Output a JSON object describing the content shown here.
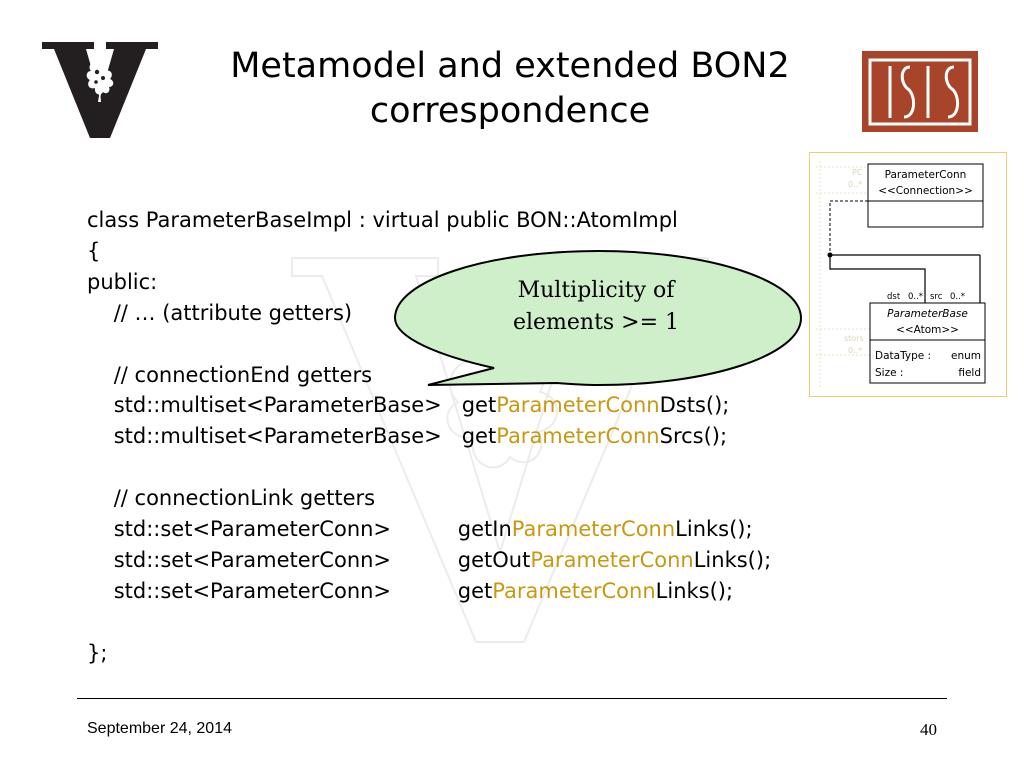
{
  "slide": {
    "title_line1": "Metamodel and extended BON2",
    "title_line2": "correspondence",
    "code_lines": [
      {
        "runs": [
          {
            "t": "class ParameterBaseImpl : virtual public BON::AtomImpl"
          }
        ]
      },
      {
        "runs": [
          {
            "t": "{"
          }
        ]
      },
      {
        "runs": [
          {
            "t": "public:"
          }
        ]
      },
      {
        "runs": [
          {
            "t": "    // … (attribute getters)"
          }
        ]
      },
      {
        "runs": []
      },
      {
        "runs": [
          {
            "t": "    // connectionEnd getters"
          }
        ]
      },
      {
        "runs": [
          {
            "t": "    std::multiset<ParameterBase>   get"
          },
          {
            "t": "ParameterConn",
            "hl": true
          },
          {
            "t": "Dsts();"
          }
        ]
      },
      {
        "runs": [
          {
            "t": "    std::multiset<ParameterBase>   get"
          },
          {
            "t": "ParameterConn",
            "hl": true
          },
          {
            "t": "Srcs();"
          }
        ]
      },
      {
        "runs": []
      },
      {
        "runs": [
          {
            "t": "    // connectionLink getters"
          }
        ]
      },
      {
        "runs": [
          {
            "t": "    std::set<ParameterConn>          getIn"
          },
          {
            "t": "ParameterConn",
            "hl": true
          },
          {
            "t": "Links();"
          }
        ]
      },
      {
        "runs": [
          {
            "t": "    std::set<ParameterConn>          getOut"
          },
          {
            "t": "ParameterConn",
            "hl": true
          },
          {
            "t": "Links();"
          }
        ]
      },
      {
        "runs": [
          {
            "t": "    std::set<ParameterConn>          get"
          },
          {
            "t": "ParameterConn",
            "hl": true
          },
          {
            "t": "Links();"
          }
        ]
      },
      {
        "runs": []
      },
      {
        "runs": [
          {
            "t": "};"
          }
        ]
      }
    ],
    "callout": {
      "line1": "Multiplicity of",
      "line2": "elements >= 1"
    },
    "uml": {
      "conn_class": "ParameterConn",
      "conn_stereotype": "<<Connection>>",
      "atom_class": "ParameterBase",
      "atom_stereotype": "<<Atom>>",
      "attr1_name": "DataType :",
      "attr1_value": "enum",
      "attr2_name": "Size :",
      "attr2_value": "field",
      "role_dst": "dst",
      "mult_dst": "0..*",
      "role_src": "src",
      "mult_src": "0..*",
      "faded_pc": "PC",
      "faded_pc_mult": "0..*",
      "faded_ps": "stors",
      "faded_ps_mult": "0..*"
    },
    "footer": {
      "date": "September 24, 2014",
      "page": "40"
    },
    "colors": {
      "highlight": "#c89910",
      "callout_fill": "#cfefcb",
      "isis_logo": "#a8442a",
      "uml_border": "#e9ce74"
    }
  }
}
